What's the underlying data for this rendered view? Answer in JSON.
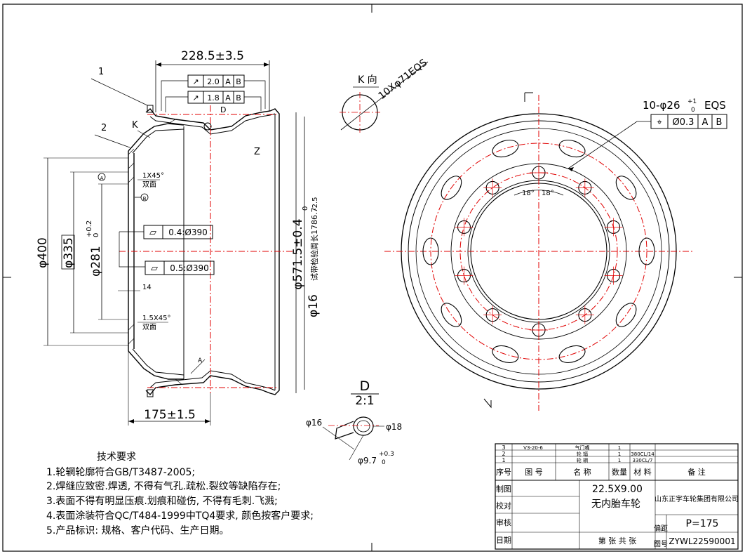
{
  "views": {
    "section": {
      "dims": {
        "top_width": "228.5±3.5",
        "bottom_width": "175±1.5",
        "dia_400": "φ400",
        "dia_335": "φ335",
        "dia_281": "φ281",
        "dia_281_tol_up": "+0.2",
        "dia_281_tol_low": "0",
        "dia_571": "φ571.5±0.4",
        "dia_1786": "φ16",
        "dia_1786_label": "试带检验周长1786.7",
        "dia_1786_tol_up": "0",
        "dia_1786_tol_low": "-2.5",
        "chamfer_top": "1X45°",
        "chamfer_top_sub": "双面",
        "chamfer_bot": "1.5X45°",
        "chamfer_bot_sub": "双面",
        "thk": "14",
        "z_label": "Z",
        "datum_a": "A",
        "datum_b": "B"
      },
      "callouts": {
        "part1": "1",
        "part2": "2",
        "k": "K",
        "d": "D",
        "a_small": "A"
      },
      "tol_frames": [
        {
          "sym": "↗",
          "val": "2.0",
          "d1": "A",
          "d2": "B"
        },
        {
          "sym": "↗",
          "val": "1.8",
          "d1": "A",
          "d2": "B"
        }
      ],
      "flat_frames": [
        {
          "sym": "▱",
          "val": "0.4:Ø390"
        },
        {
          "sym": "▱",
          "val": "0.5:Ø390"
        }
      ]
    },
    "k_view": {
      "title": "K 向",
      "label": "10Xφ71EQS"
    },
    "d_view": {
      "title": "D",
      "scale": "2:1",
      "d16": "φ16",
      "d18": "φ18",
      "d97": "φ9.7",
      "d97_tol_up": "+0.3",
      "d97_tol_low": "0"
    },
    "front": {
      "hole_label": "10-φ26",
      "hole_tol_up": "+1",
      "hole_tol_low": "0",
      "hole_eqs": "EQS",
      "pos_frame": {
        "sym": "⌖",
        "val": "Ø0.3",
        "d1": "A",
        "d2": "B"
      },
      "angle1": "18°",
      "angle2": "18°"
    }
  },
  "tech": {
    "title": "技术要求",
    "items": [
      "1.轮辋轮廓符合GB/T3487-2005;",
      "2.焊缝应致密.焊透, 不得有气孔.疏松.裂纹等缺陷存在;",
      "3.表面不得有明显压痕.划痕和碰伤, 不得有毛刺.飞溅;",
      "4.表面涂装符合QC/T484-1999中TQ4要求, 颜色按客户要求;",
      "5.产品标识: 规格、客户代码、生产日期。"
    ]
  },
  "title_block": {
    "rows": [
      {
        "no": "3",
        "code": "V3-20-6",
        "name": "气门嘴",
        "qty": "1",
        "mat": ""
      },
      {
        "no": "2",
        "code": "",
        "name": "轮 辐",
        "qty": "1",
        "mat": "380CL/14"
      },
      {
        "no": "1",
        "code": "",
        "name": "轮 辋",
        "qty": "1",
        "mat": "330CL/7"
      }
    ],
    "header": {
      "no": "序号",
      "code": "图 号",
      "name": "名 称",
      "qty": "数量",
      "mat": "材 料",
      "note": "备 注"
    },
    "labels": {
      "draw": "制图",
      "check": "校对",
      "review": "审核",
      "date": "日期"
    },
    "spec": "22.5X9.00",
    "product": "无内胎车轮",
    "company": "山东正宇车轮集团有限公司",
    "offset_label": "偏距",
    "offset": "P=175",
    "drawing_no_label": "图号",
    "drawing_no": "ZYWL22590001",
    "sheet": "第 张 共 张"
  }
}
